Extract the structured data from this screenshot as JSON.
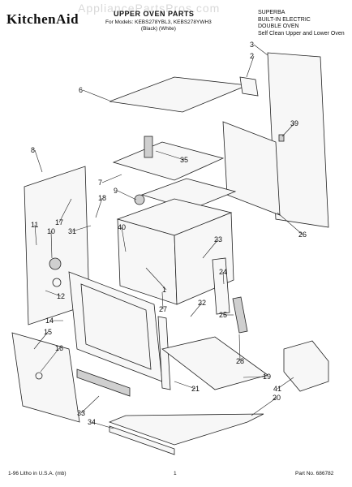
{
  "header": {
    "brand": "KitchenAid",
    "watermark": "AppliancePartsPros.com",
    "title": "UPPER OVEN PARTS",
    "models_line1": "For Models: KEBS278YBL3, KEBS278YWH3",
    "models_line2": "(Black)          (White)",
    "right_line1": "SUPERBA",
    "right_line2": "BUILT-IN ELECTRIC",
    "right_line3": "DOUBLE OVEN",
    "right_line4": "Self Clean Upper and Lower Oven"
  },
  "footer": {
    "left": "1-96 Litho in U.S.A. (mb)",
    "page": "1",
    "part_no": "Part No. 686782"
  },
  "callouts": [
    {
      "n": "3"
    },
    {
      "n": "2"
    },
    {
      "n": "6"
    },
    {
      "n": "39"
    },
    {
      "n": "35"
    },
    {
      "n": "7"
    },
    {
      "n": "9"
    },
    {
      "n": "8"
    },
    {
      "n": "18"
    },
    {
      "n": "17"
    },
    {
      "n": "11"
    },
    {
      "n": "10"
    },
    {
      "n": "31"
    },
    {
      "n": "40"
    },
    {
      "n": "23"
    },
    {
      "n": "26"
    },
    {
      "n": "24"
    },
    {
      "n": "1"
    },
    {
      "n": "12"
    },
    {
      "n": "27"
    },
    {
      "n": "22"
    },
    {
      "n": "14"
    },
    {
      "n": "15"
    },
    {
      "n": "16"
    },
    {
      "n": "25"
    },
    {
      "n": "28"
    },
    {
      "n": "21"
    },
    {
      "n": "19"
    },
    {
      "n": "41"
    },
    {
      "n": "33"
    },
    {
      "n": "20"
    },
    {
      "n": "34"
    }
  ]
}
